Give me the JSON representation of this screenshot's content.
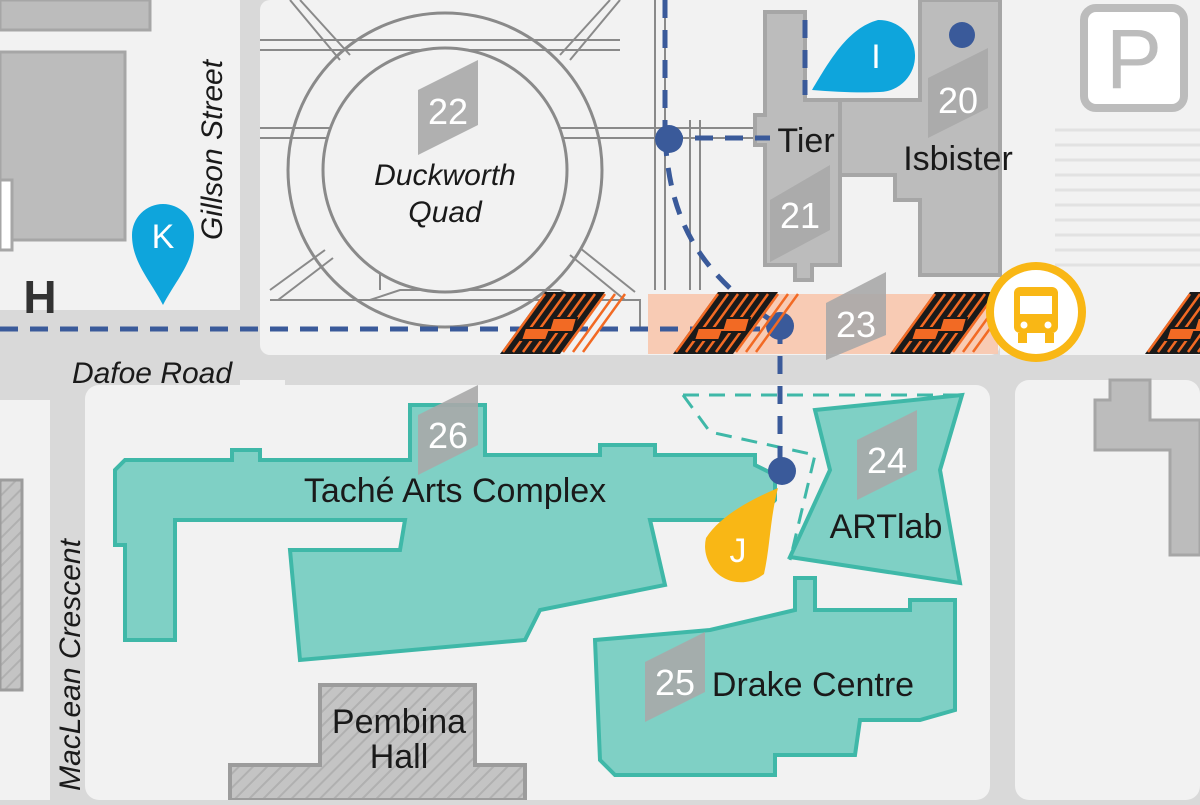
{
  "colors": {
    "background": "#d9d9d9",
    "campus_ground": "#f2f2f2",
    "road": "#d9d9d9",
    "building_gray": "#bcbcbc",
    "building_teal": "#7fd0c5",
    "building_teal_outline": "#3fb8a8",
    "path_blue": "#3a5a9a",
    "pin_blue": "#0ea5dc",
    "pin_yellow": "#f9b715",
    "bus_yellow": "#f9b715",
    "crosswalk_orange": "#f26a24",
    "highlight_zone": "#f8c7ad"
  },
  "streets": {
    "gillson": "Gillson Street",
    "dafoe": "Dafoe Road",
    "maclean": "MacLean Crescent"
  },
  "places": {
    "quad": {
      "line1": "Duckworth",
      "line2": "Quad",
      "number": "22"
    },
    "tier": {
      "name": "Tier",
      "number": "21"
    },
    "isbister": {
      "name": "Isbister",
      "number": "20"
    },
    "stop23": {
      "number": "23"
    },
    "tache": {
      "name": "Taché Arts Complex",
      "number": "26"
    },
    "artlab": {
      "name": "ARTlab",
      "number": "24"
    },
    "drake": {
      "name": "Drake Centre",
      "number": "25"
    },
    "pembina": {
      "line1": "Pembina",
      "line2": "Hall"
    }
  },
  "markers": {
    "h_letter": "H",
    "parking": "P",
    "pin_k": "K",
    "pin_i": "I",
    "pin_j": "J"
  },
  "icons": {
    "bus": "bus-stop-icon",
    "parking": "parking-icon",
    "crosswalk": "crosswalk-icon"
  }
}
